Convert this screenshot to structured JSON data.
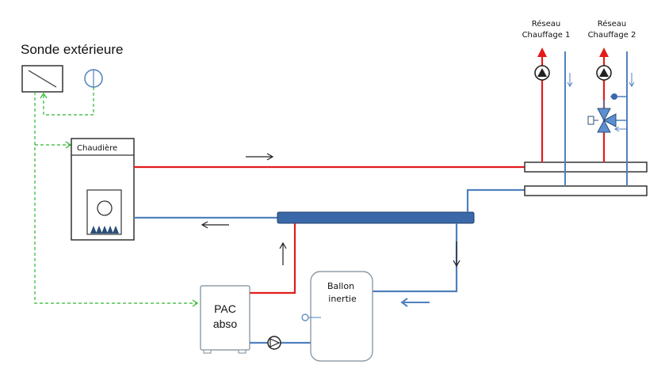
{
  "labels": {
    "sonde": "Sonde extérieure",
    "chaudiere": "Chaudière",
    "reseau1_line1": "Réseau",
    "reseau1_line2": "Chauffage 1",
    "reseau2_line1": "Réseau",
    "reseau2_line2": "Chauffage 2",
    "pac_line1": "PAC",
    "pac_line2": "abso",
    "ballon_line1": "Ballon",
    "ballon_line2": "inertie"
  },
  "colors": {
    "hot_pipe": "#e31b1b",
    "cold_pipe": "#4f81bd",
    "control_line": "#2eb82e",
    "collector_fill": "#3a68a8",
    "outline": "#333333",
    "pump_outline": "#222222"
  },
  "icons": {
    "sensor": "outdoor-sensor-icon",
    "thermostat": "thermostat-icon",
    "pump": "circulator-pump-icon",
    "valve": "three-way-valve-icon",
    "arrow": "flow-arrow-icon"
  }
}
